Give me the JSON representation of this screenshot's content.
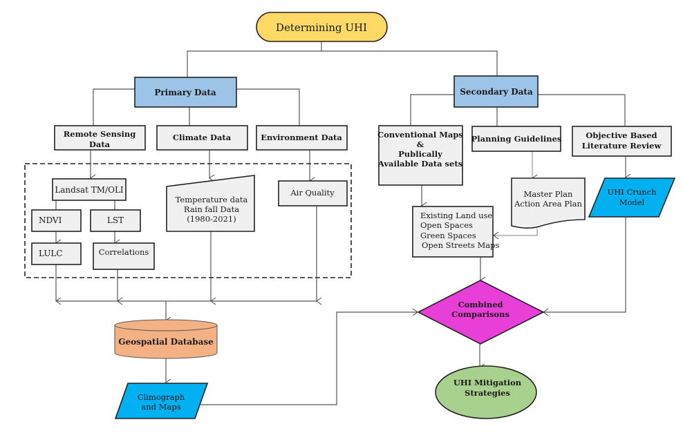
{
  "diagram": {
    "title": "Determining UHI",
    "primary": {
      "label": "Primary Data",
      "children": {
        "remote_sensing": [
          "Remote Sensing",
          "Data"
        ],
        "climate": "Climate Data",
        "environment": "Environment Data"
      },
      "landsat": "Landsat TM/OLI",
      "ndvi": "NDVI",
      "lst": "LST",
      "lulc": "LULC",
      "correlations": "Correlations",
      "climate_input": [
        "Temperature data",
        "Rain fall Data",
        "(1980-2021)"
      ],
      "air_quality": "Air Quality",
      "database": "Geospatial Database",
      "output": [
        "Climograph",
        "and Maps"
      ]
    },
    "secondary": {
      "label": "Secondary Data",
      "children": {
        "conventional": [
          "Conventional Maps",
          "&",
          "Publically",
          "Available Data sets"
        ],
        "planning": "Planning Guidelines",
        "literature": [
          "Objective Based",
          "Literature Review"
        ]
      },
      "land_use": [
        "Existing Land use",
        "Open Spaces",
        "Green Spaces",
        "Open Streets Maps"
      ],
      "plans": [
        "Master Plan",
        "Action Area Plan"
      ],
      "model": [
        "UHI Crunch",
        "Model"
      ]
    },
    "decision": [
      "Combined",
      "Comparisons"
    ],
    "result": [
      "UHI Mitigation",
      "Strategies"
    ],
    "colors": {
      "title_fill": "#ffd966",
      "data_fill": "#9dc3e6",
      "box_fill": "#f0f0f0",
      "database_fill": "#f4b183",
      "io_fill": "#00b0f0",
      "decision_fill": "#e83fd8",
      "result_fill": "#a9d18e"
    }
  }
}
